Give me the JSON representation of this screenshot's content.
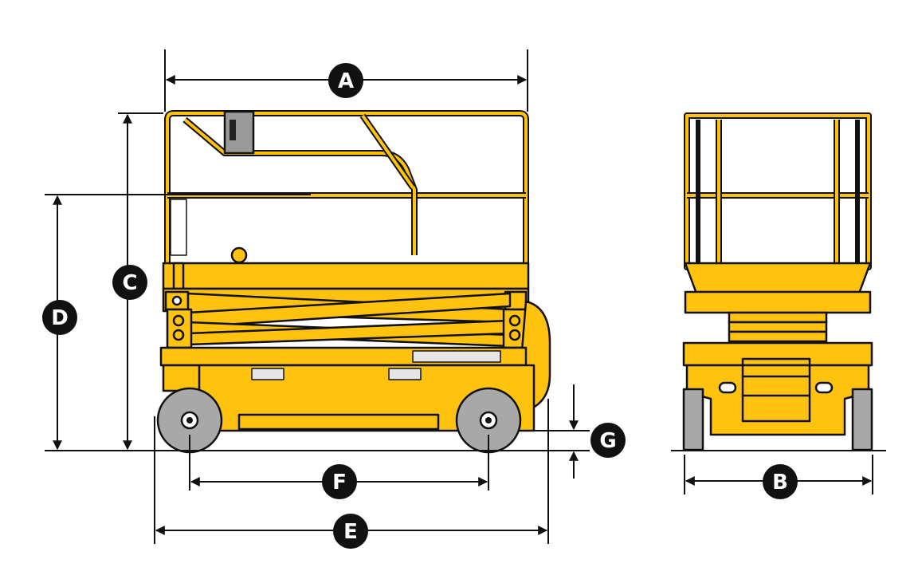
{
  "dimensions": [
    {
      "id": "A",
      "letter": "A"
    },
    {
      "id": "B",
      "letter": "B"
    },
    {
      "id": "C",
      "letter": "C"
    },
    {
      "id": "D",
      "letter": "D"
    },
    {
      "id": "E",
      "letter": "E"
    },
    {
      "id": "F",
      "letter": "F"
    },
    {
      "id": "G",
      "letter": "G"
    }
  ],
  "colors": {
    "machine_yellow": "#FFC20E",
    "outline": "#111111",
    "tire": "#A8A8A8",
    "label_bg": "#111111",
    "label_text": "#FFFFFF"
  }
}
